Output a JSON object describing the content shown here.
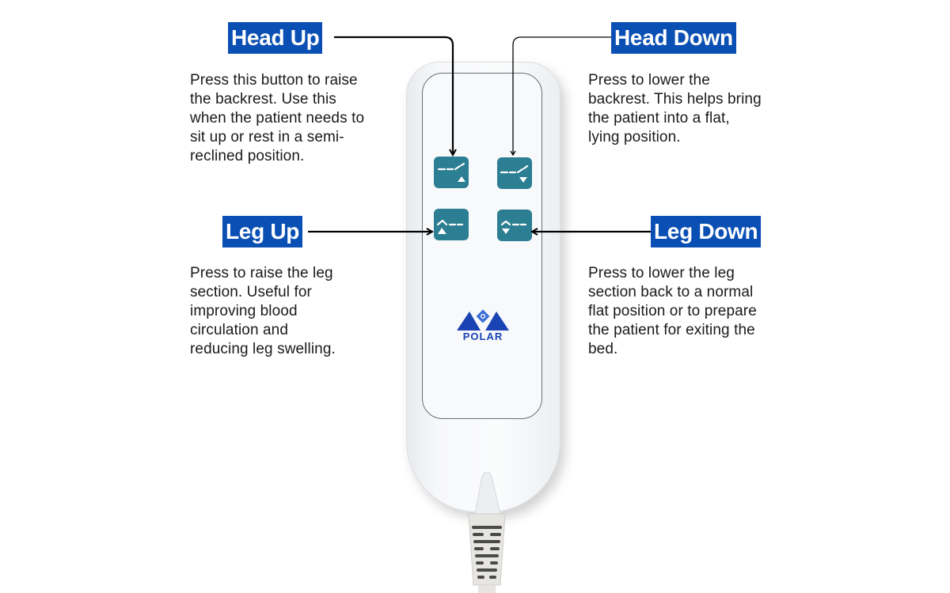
{
  "colors": {
    "label_bg": "#0a4fb3",
    "label_text": "#ffffff",
    "button_teal": "#2c7e93",
    "logo_blue": "#1a43b4",
    "text": "#1a1a1a"
  },
  "callouts": [
    {
      "title": "Head Up",
      "description_lines": [
        "Press this button to raise",
        "the backrest. Use this",
        "when the patient needs to",
        "sit up or rest in a semi-",
        "reclined position."
      ]
    },
    {
      "title": "Head Down",
      "description_lines": [
        "Press to lower the",
        "backrest. This helps bring",
        "the patient into a flat,",
        "lying position."
      ]
    },
    {
      "title": "Leg Up",
      "description_lines": [
        "Press to raise the leg",
        "section. Useful for",
        "improving blood",
        "circulation and",
        "reducing leg swelling."
      ]
    },
    {
      "title": "Leg Down",
      "description_lines": [
        "Press to lower the leg",
        "section back to a normal",
        "flat position or to prepare",
        "the patient for exiting the",
        "bed."
      ]
    }
  ],
  "remote": {
    "brand": "POLAR",
    "buttons": [
      {
        "name": "head-up",
        "icon": "backrest-raise-up-arrow"
      },
      {
        "name": "head-down",
        "icon": "backrest-lower-down-arrow"
      },
      {
        "name": "leg-up",
        "icon": "leg-raise-up-arrow"
      },
      {
        "name": "leg-down",
        "icon": "leg-lower-down-arrow"
      }
    ]
  }
}
